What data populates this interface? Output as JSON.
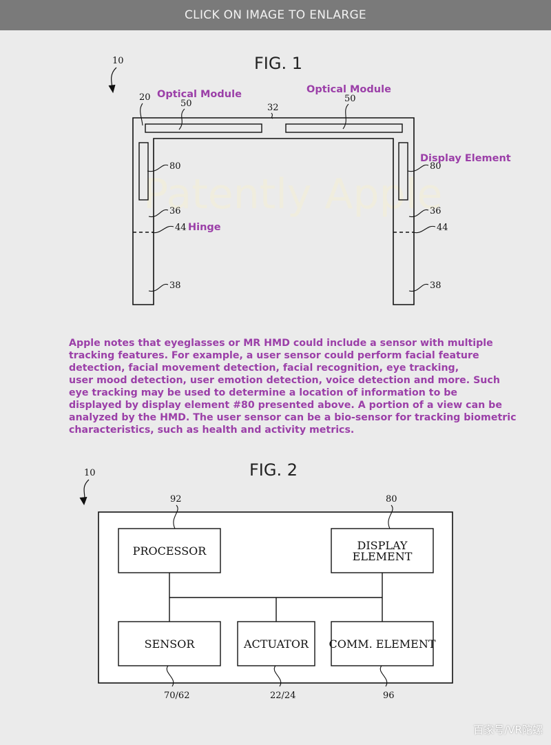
{
  "banner": {
    "text": "CLICK ON IMAGE TO ENLARGE"
  },
  "fig1": {
    "title": "FIG. 1",
    "refs": {
      "device": "10",
      "frame": "20",
      "bridge": "32",
      "optical_left": "50",
      "optical_right": "50",
      "display_left": "80",
      "display_right": "80",
      "temple_left": "36",
      "temple_right": "36",
      "hinge_left": "44",
      "hinge_right": "44",
      "arm_left": "38",
      "arm_right": "38"
    },
    "callouts": {
      "optical_left": "Optical Module",
      "optical_right": "Optical Module",
      "display": "Display Element",
      "hinge": "Hinge"
    },
    "watermark": "Patently Apple"
  },
  "description": {
    "lines": [
      "Apple notes that eyeglasses or MR HMD could include a sensor with multiple",
      "tracking features. For example, a user sensor could perform facial feature",
      "detection, facial movement detection, facial recognition, eye tracking,",
      "user mood detection, user emotion detection, voice detection and more. Such",
      "eye tracking may be used to determine a location of information to be",
      "displayed by display element #80 presented above. A portion of a view can be",
      "analyzed by the HMD. The user sensor can be a bio-sensor for tracking biometric",
      "characteristics, such as health and activity metrics."
    ]
  },
  "fig2": {
    "title": "FIG. 2",
    "device_ref": "10",
    "blocks": {
      "processor": {
        "label": "PROCESSOR",
        "ref": "92"
      },
      "display": {
        "label_line1": "DISPLAY",
        "label_line2": "ELEMENT",
        "ref": "80"
      },
      "sensor": {
        "label": "SENSOR",
        "ref": "70/62"
      },
      "actuator": {
        "label": "ACTUATOR",
        "ref": "22/24"
      },
      "comm": {
        "label": "COMM. ELEMENT",
        "ref": "96"
      }
    }
  },
  "credit": {
    "text": "百家号/VR陀螺"
  }
}
